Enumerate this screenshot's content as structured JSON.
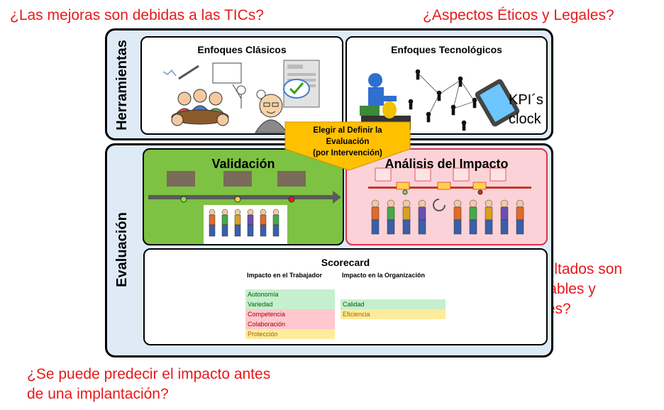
{
  "questions": {
    "top_left": "¿Las mejoras son debidas a las TICs?",
    "top_right": "¿Aspectos Éticos y Legales?",
    "right_middle": "¿Los resultados son generalizables y sostenibles?",
    "bottom_left": "¿Se puede predecir el impacto antes de una implantación?"
  },
  "sections": {
    "tools_label": "Herramientas",
    "eval_label": "Evaluación"
  },
  "panels": {
    "clasicos_title": "Enfoques Clásicos",
    "tecnologicos_title": "Enfoques Tecnológicos",
    "kpi_text": "KPI´s clock",
    "validacion_title": "Validación",
    "impacto_title": "Análisis del Impacto",
    "scorecard_title": "Scorecard"
  },
  "arrow": {
    "line1": "Elegir al Definir la",
    "line2": "Evaluación",
    "line3": "(por Intervención)"
  },
  "scorecard": {
    "col1_header": "Impacto en el Trabajador",
    "col2_header": "Impacto en la Organización",
    "col1_items": [
      {
        "label": "Autonomía",
        "status": "green"
      },
      {
        "label": "Variedad",
        "status": "green"
      },
      {
        "label": "Competencia",
        "status": "red"
      },
      {
        "label": "Colaboración",
        "status": "red"
      },
      {
        "label": "Protección",
        "status": "yellow"
      }
    ],
    "col2_items": [
      {
        "label": "Calidad",
        "status": "green"
      },
      {
        "label": "Eficiencia",
        "status": "yellow"
      }
    ]
  },
  "colors": {
    "question_red": "#e8191a",
    "section_bg": "#deebf7",
    "validacion_bg": "#7dc242",
    "impacto_bg": "#fbd2d7",
    "arrow_fill": "#ffc000"
  }
}
